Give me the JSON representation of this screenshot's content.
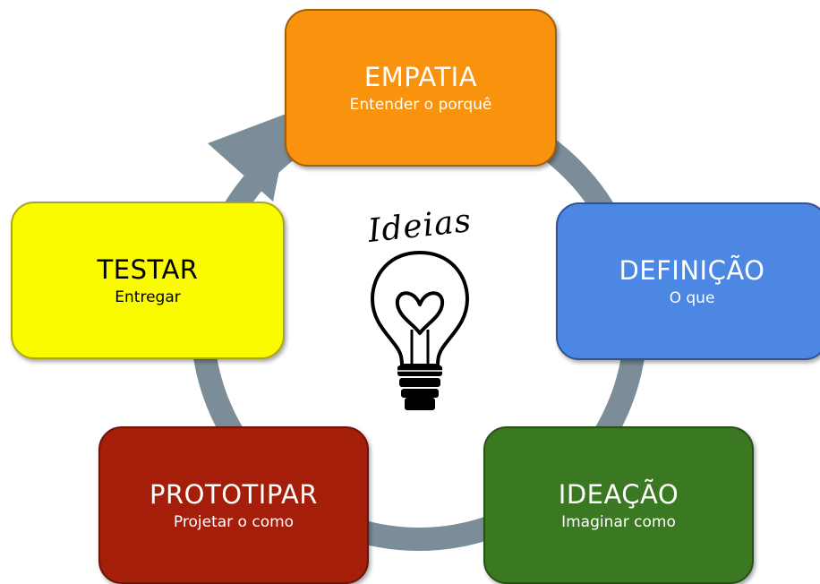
{
  "diagram": {
    "center_label": "Ideias",
    "center_icon": "lightbulb-heart-icon",
    "arrow_color": "#7b8d99",
    "stages": [
      {
        "key": "empatia",
        "title": "EMPATIA",
        "subtitle": "Entender o porquê",
        "color": "#f9920d"
      },
      {
        "key": "definicao",
        "title": "DEFINIÇÃO",
        "subtitle": "O que",
        "color": "#4b87e3"
      },
      {
        "key": "ideacao",
        "title": "IDEAÇÃO",
        "subtitle": "Imaginar como",
        "color": "#3b7822"
      },
      {
        "key": "prototipar",
        "title": "PROTOTIPAR",
        "subtitle": "Projetar o como",
        "color": "#a51e0a"
      },
      {
        "key": "testar",
        "title": "TESTAR",
        "subtitle": "Entregar",
        "color": "#fbfb00"
      }
    ]
  }
}
